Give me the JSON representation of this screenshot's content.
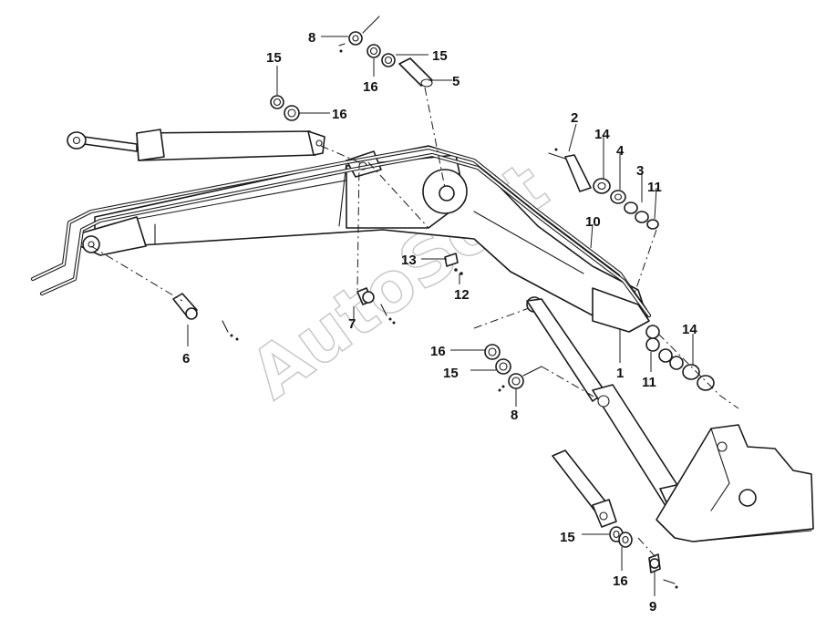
{
  "watermark": "AutoSoft",
  "callouts": {
    "n1": "1",
    "n2": "2",
    "n3": "3",
    "n4": "4",
    "n5": "5",
    "n6": "6",
    "n7": "7",
    "n8a": "8",
    "n8b": "8",
    "n9": "9",
    "n10": "10",
    "n11a": "11",
    "n11b": "11",
    "n12": "12",
    "n13": "13",
    "n14a": "14",
    "n14b": "14",
    "n15a": "15",
    "n15b": "15",
    "n15c": "15",
    "n15d": "15",
    "n16a": "16",
    "n16b": "16",
    "n16c": "16",
    "n16d": "16"
  }
}
